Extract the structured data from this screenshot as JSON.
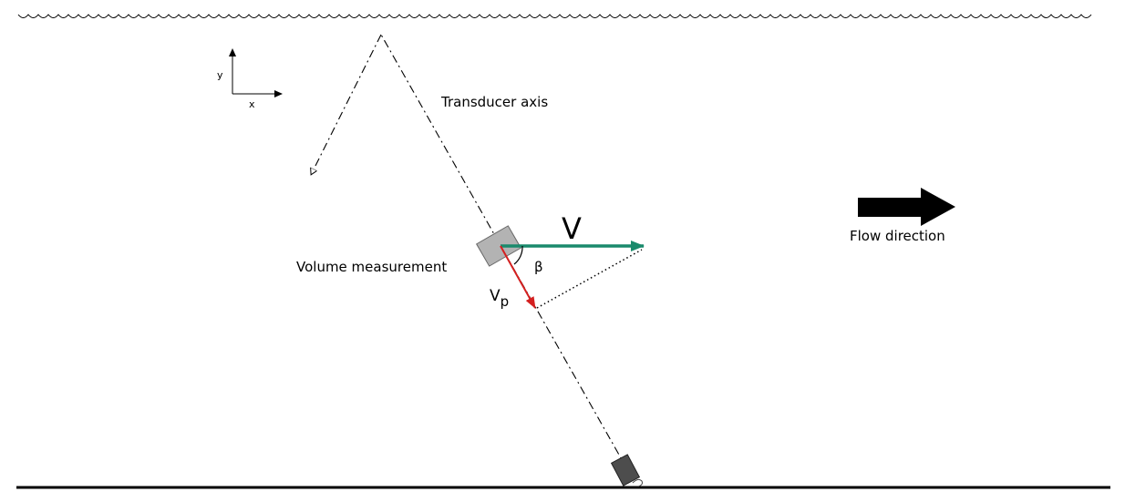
{
  "labels": {
    "axis_y": "y",
    "axis_x": "x",
    "transducer_axis": "Transducer axis",
    "volume_measurement": "Volume measurement",
    "velocity_main": "V",
    "velocity_projected": "V",
    "velocity_projected_subscript": "p",
    "angle": "β",
    "flow_direction": "Flow direction"
  },
  "icons": {
    "water_surface": "wavy-line-icon",
    "flow": "right-arrow-icon",
    "transducer": "transducer-block-icon",
    "volume": "measurement-cell-icon"
  },
  "colors": {
    "velocity": "#1a8a6c",
    "projected_velocity": "#d42020",
    "measurement_volume": "#b3b3b3",
    "transducer": "#4d4d4d",
    "ink": "#000000"
  }
}
